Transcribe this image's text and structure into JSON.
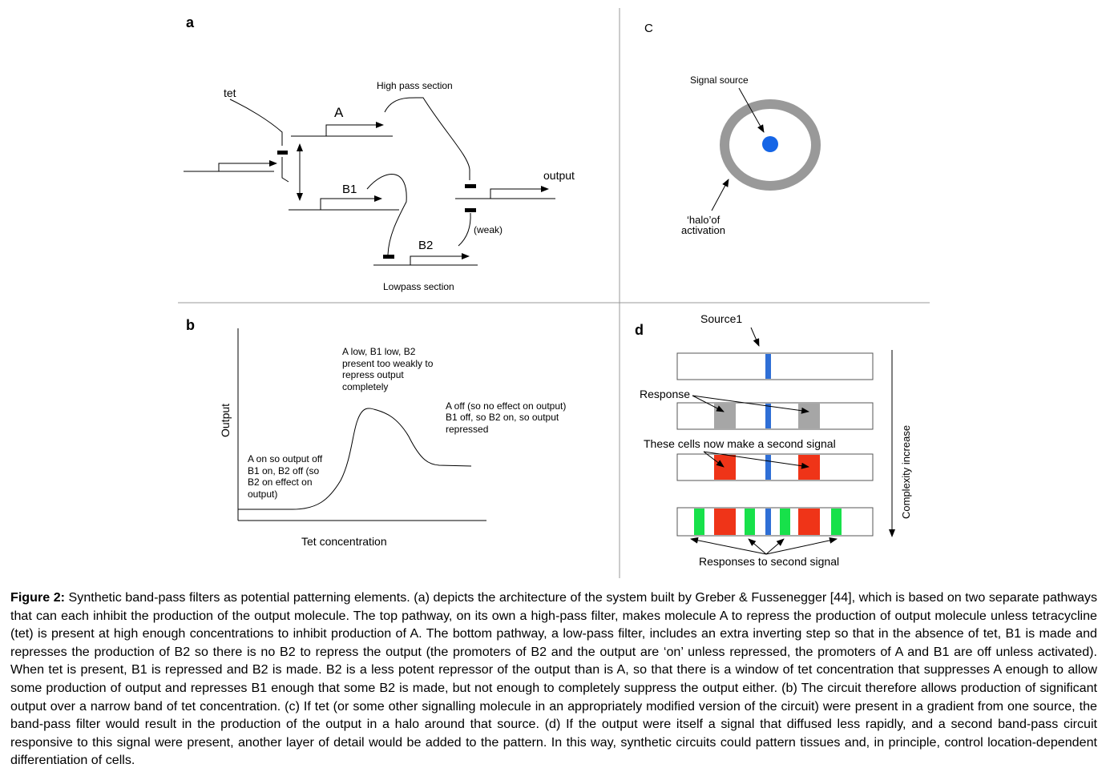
{
  "panel_a": {
    "letter": "a",
    "tet": "tet",
    "high_pass": "High pass  section",
    "gene_a": "A",
    "output": "output",
    "b1": "B1",
    "weak": "(weak)",
    "b2": "B2",
    "low_pass": "Lowpass section"
  },
  "panel_b": {
    "letter": "b",
    "ylabel": "Output",
    "xlabel": "Tet concentration",
    "annot_left": [
      "A on so output off",
      "B1 on, B2 off (so",
      "B2 on effect on",
      "output)"
    ],
    "annot_peak": [
      "A low, B1 low, B2",
      "present too weakly to",
      "repress output",
      "completely"
    ],
    "annot_right": [
      "A off (so no effect on output)",
      "B1 off, so B2 on, so output",
      "repressed"
    ]
  },
  "panel_c": {
    "letter": "C",
    "signal_source": "Signal source",
    "halo": [
      "‘halo’of",
      "activation"
    ],
    "colors": {
      "source": "#1565e6",
      "halo": "#999999"
    }
  },
  "panel_d": {
    "letter": "d",
    "source": "Source1",
    "response": "Response",
    "second_signal": "These cells now make a second signal",
    "complexity": "Complexity  increase",
    "responses_second": "Responses to second signal",
    "colors": {
      "blue": "#2f6fd6",
      "gray": "#a6a6a6",
      "red": "#ef3418",
      "green": "#17e14a"
    }
  },
  "caption": {
    "label": "Figure 2:",
    "text": " Synthetic band-pass filters as potential patterning elements. (a) depicts the architecture of the system built by Greber & Fussenegger [44], which is based on two separate pathways that can each inhibit the production of the output molecule. The top pathway, on its own a high-pass filter, makes molecule A to repress the production of output molecule unless tetracycline (tet) is present at high enough concentrations to inhibit production of A. The bottom pathway, a low-pass filter, includes an extra inverting step so that in the absence of tet, B1 is made and represses the production of B2 so there is no B2 to repress the output (the promoters of B2 and the output are ‘on’ unless repressed, the promoters of A and B1 are off unless activated). When tet is present, B1 is repressed and B2 is made. B2 is a less potent repressor of the output than is A, so that there is a window of tet concentration that suppresses A enough to allow some production of output and represses B1 enough that some B2 is made, but not enough to completely suppress the output either. (b) The circuit therefore allows production of significant output over a narrow band of tet concentration. (c) If tet (or some other signalling molecule in an appropriately modified version of the circuit) were present in a gradient from one source, the band-pass filter would result in the production of the output in a halo around that source. (d) If the output were itself a signal that diffused less rapidly, and a second band-pass circuit responsive to this signal were present, another layer of detail would be added to the pattern. In this way, synthetic circuits could pattern tissues and, in principle, control location-dependent differentiation of cells."
  }
}
